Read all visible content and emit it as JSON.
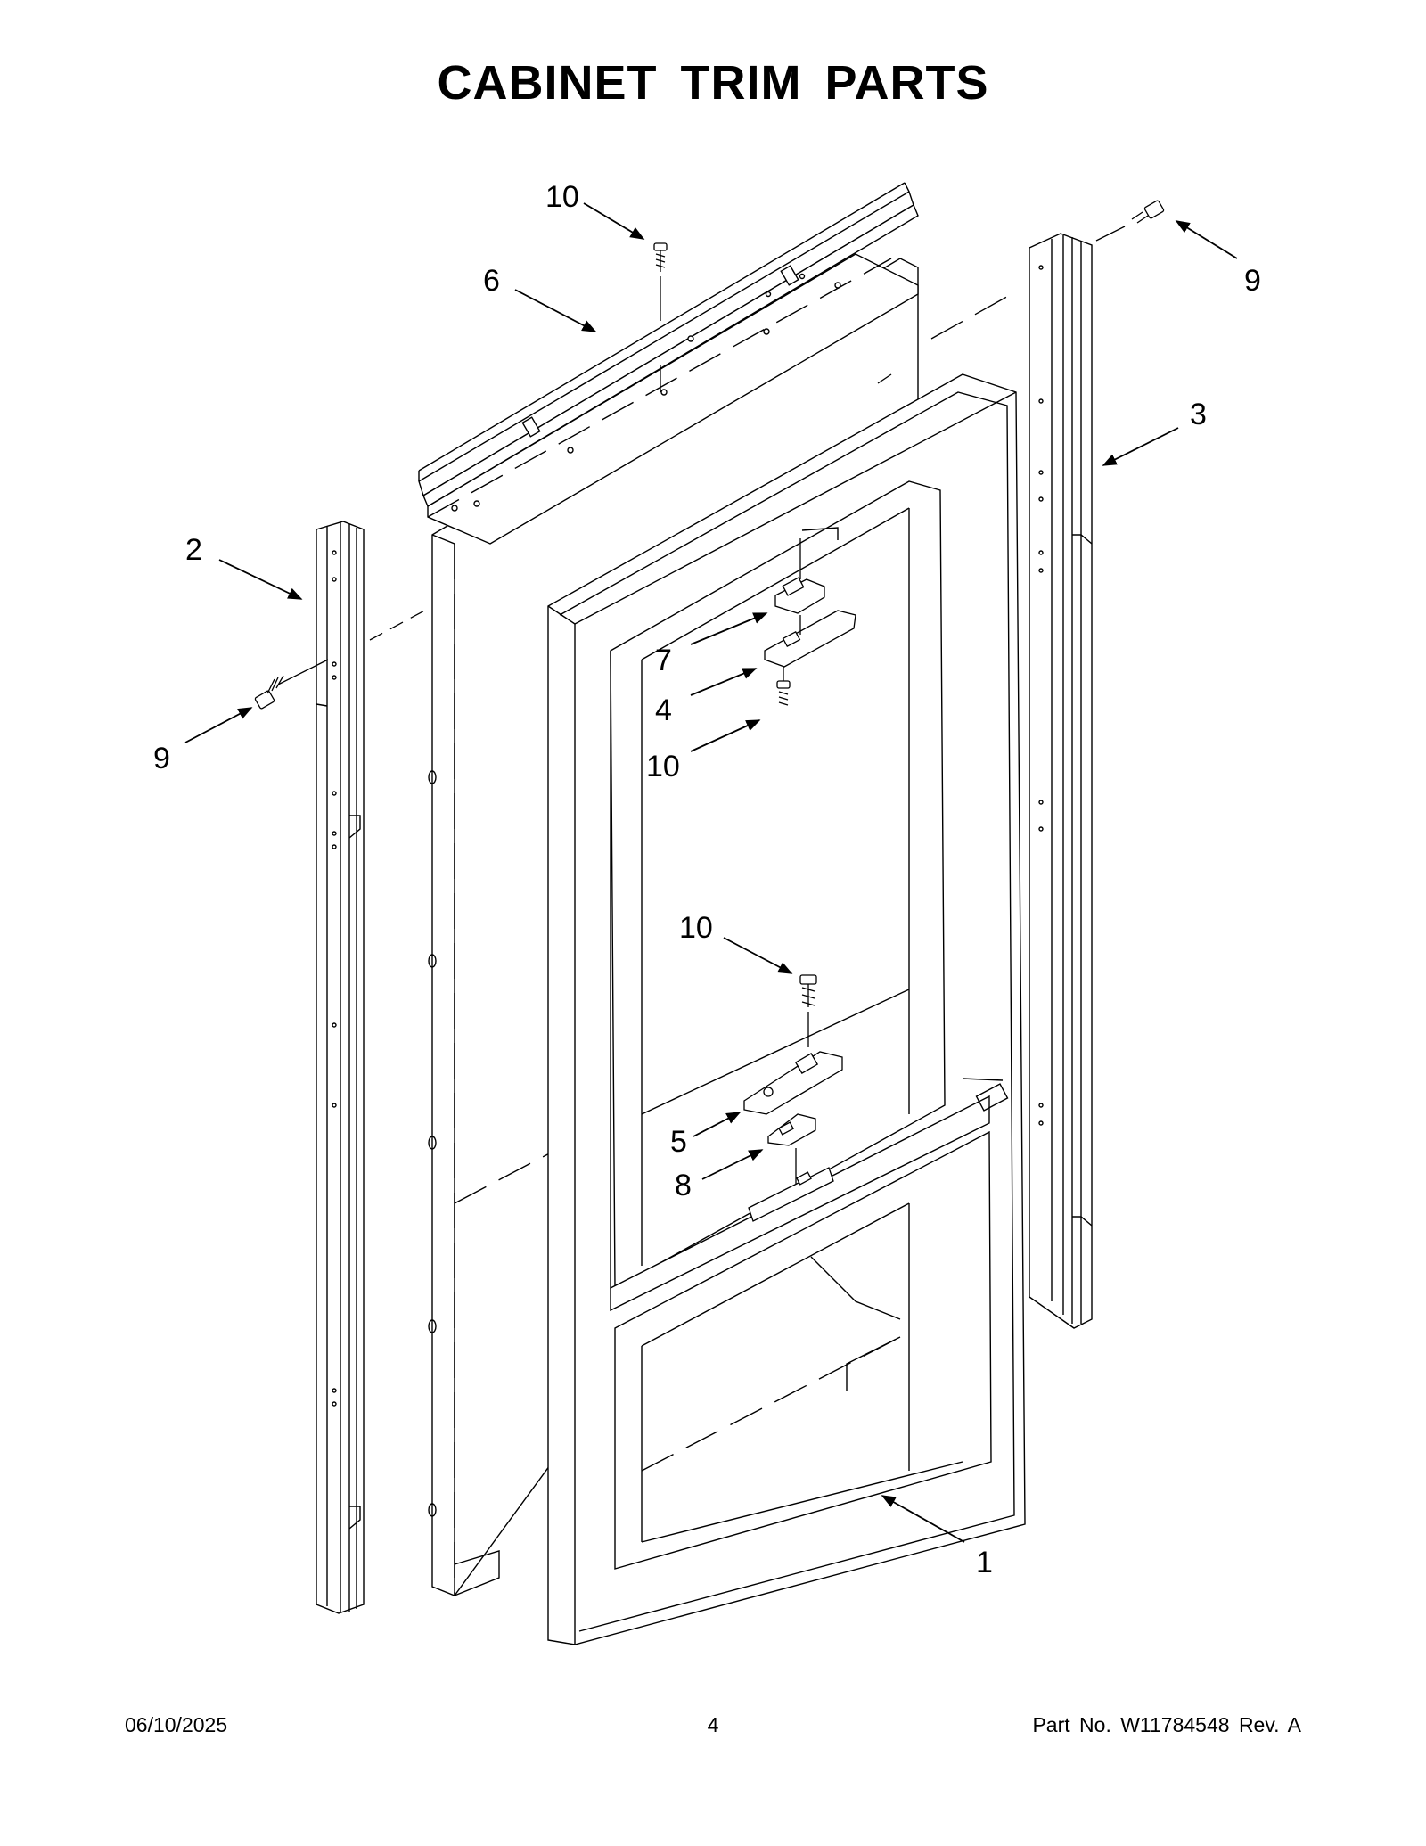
{
  "title": "CABINET TRIM PARTS",
  "callouts": {
    "c1": "1",
    "c2": "2",
    "c3": "3",
    "c4": "4",
    "c5": "5",
    "c6": "6",
    "c7": "7",
    "c8": "8",
    "c9_left": "9",
    "c9_right": "9",
    "c10_top": "10",
    "c10_upper": "10",
    "c10_middle": "10"
  },
  "footer": {
    "date": "06/10/2025",
    "page": "4",
    "part_number": "Part No.  W11784548  Rev.  A"
  }
}
